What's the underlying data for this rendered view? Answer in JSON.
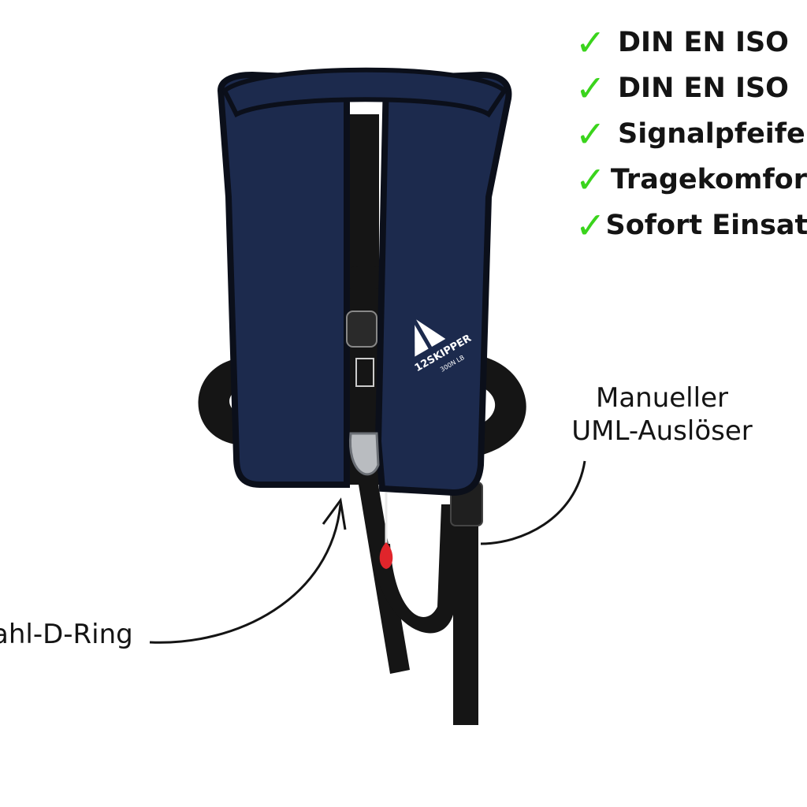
{
  "features": [
    {
      "check": "✓",
      "text": "DIN EN ISO"
    },
    {
      "check": "✓",
      "text": "DIN EN ISO"
    },
    {
      "check": "✓",
      "text": "Signalpfeife"
    },
    {
      "check": "✓",
      "text": "Tragekomfor"
    },
    {
      "check": "✓",
      "text": "Sofort Einsat"
    }
  ],
  "callouts": {
    "uml_line1": "Manueller",
    "uml_line2": "UML-Auslöser",
    "ring": "ahl-D-Ring"
  },
  "product": {
    "brand": "12SKIPPER",
    "model": "300N LB"
  },
  "colors": {
    "check_green": "#3ad41c",
    "vest_navy": "#1c2a4d",
    "strap_black": "#151515",
    "toggle_red": "#e0252b",
    "text": "#141414"
  }
}
